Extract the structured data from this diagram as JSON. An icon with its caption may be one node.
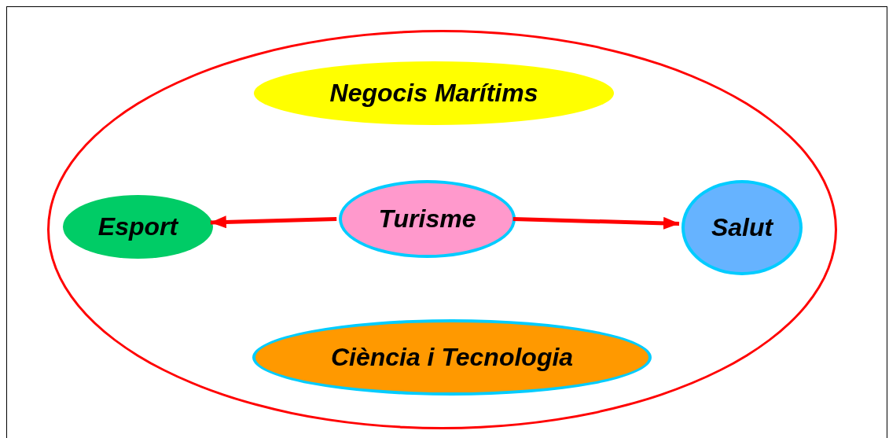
{
  "diagram": {
    "nodes": [
      {
        "text": [],
        "shape": "ellipse"
      },
      {
        "text": [
          "Negocis Marítims"
        ],
        "in": 0
      },
      {
        "text": [
          "Esport"
        ],
        "in": 0
      },
      {
        "text": [
          "Turisme"
        ],
        "in": 0
      },
      {
        "text": [
          "Salut"
        ],
        "in": 0
      },
      {
        "text": [
          "Ciència i Tecnologia"
        ],
        "in": 0
      }
    ],
    "edges": [
      {
        "from": 3,
        "to": 2,
        "arrow": "to"
      },
      {
        "from": 3,
        "to": 4,
        "arrow": "to"
      }
    ]
  }
}
